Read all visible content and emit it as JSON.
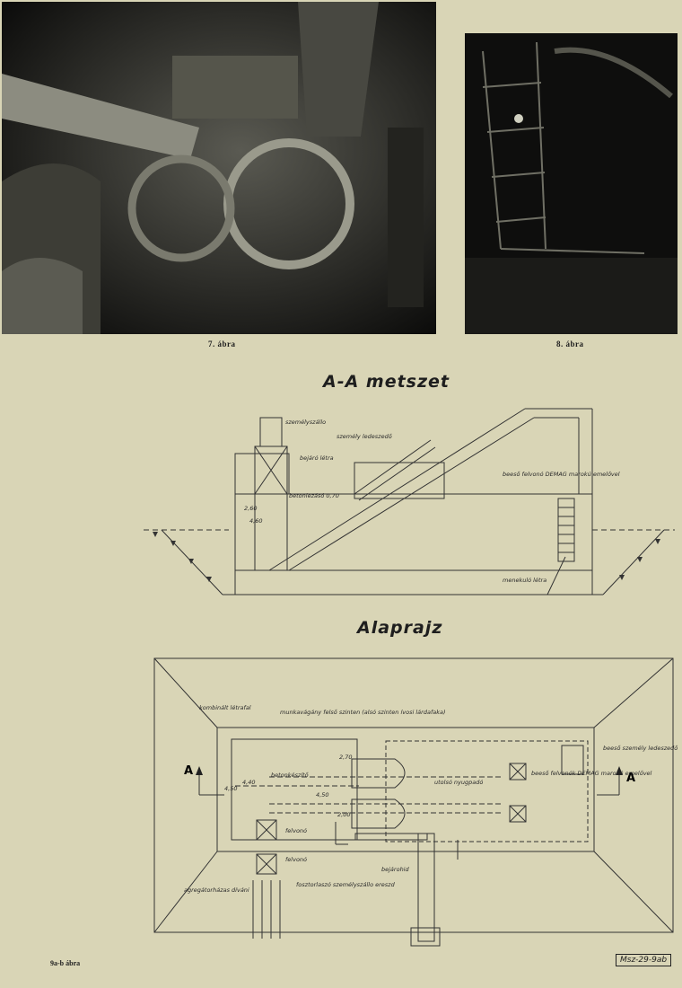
{
  "figures": {
    "fig7_caption": "7. ábra",
    "fig8_caption": "8. ábra",
    "fig9_caption": "9a-b ábra"
  },
  "section": {
    "title": "A-A metszet",
    "labels": {
      "szemelyszallo": "személyszállo",
      "szemely_ledeszedo": "személy ledeszedő",
      "bejaro_letra": "bejáró létra",
      "betonkeszito": "betonlezásó 0,70",
      "demag": "beeső felvonó DEMAG marokú emelővel",
      "menekulo_letra": "menekuló létra",
      "dim_1": "2,60",
      "dim_2": "4,60"
    }
  },
  "plan": {
    "title": "Alaprajz",
    "labels": {
      "kombinalt": "kombinált létrafal",
      "munkavagany": "munkavágány felső szinten (alsó szinten ívosi lárdafaka)",
      "beeso_szemely": "beeső személy ledeszedő",
      "section_mark": "A",
      "betonkeszito": "betonkészítő",
      "utoso_nyugpado": "utolsó nyugpadó",
      "beeso_felvonok": "beeső felvonók DEMAG marokú emelővel",
      "felvono_1": "felvonó",
      "felvono_2": "felvonó",
      "bejarohid": "bejárohid",
      "aggregator": "agregátorházas díváni",
      "fosztorlaszto": "fosztorlaszó személyszállo ereszd",
      "dim_a": "4,40",
      "dim_b": "4,50",
      "dim_c": "2,70",
      "dim_d": "4,50",
      "dim_e": "2,00"
    }
  },
  "drawing_code": "Msz-29-9ab"
}
